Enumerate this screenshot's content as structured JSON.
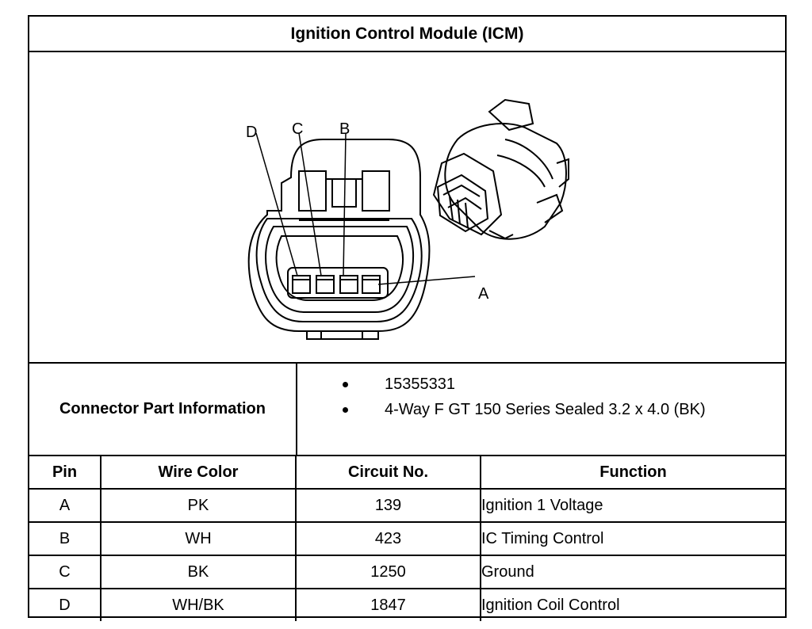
{
  "title": "Ignition Control Module (ICM)",
  "diagram": {
    "pin_labels": [
      "D",
      "C",
      "B",
      "A"
    ]
  },
  "connector_info": {
    "label": "Connector Part Information",
    "items": [
      "15355331",
      "4-Way F GT 150 Series Sealed 3.2 x 4.0 (BK)"
    ]
  },
  "table": {
    "headers": [
      "Pin",
      "Wire Color",
      "Circuit No.",
      "Function"
    ],
    "rows": [
      [
        "A",
        "PK",
        "139",
        "Ignition 1 Voltage"
      ],
      [
        "B",
        "WH",
        "423",
        "IC Timing Control"
      ],
      [
        "C",
        "BK",
        "1250",
        "Ground"
      ],
      [
        "D",
        "WH/BK",
        "1847",
        "Ignition Coil Control"
      ]
    ]
  }
}
